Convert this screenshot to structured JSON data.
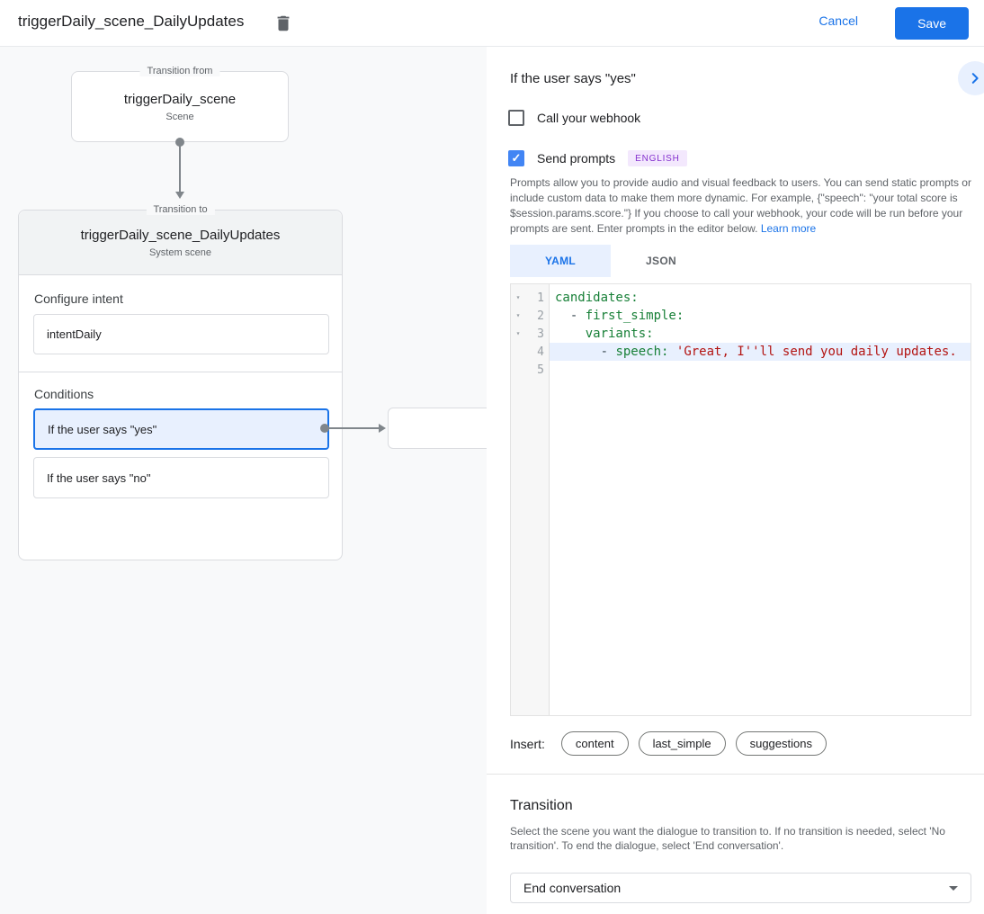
{
  "header": {
    "title": "triggerDaily_scene_DailyUpdates",
    "cancel_label": "Cancel",
    "save_label": "Save"
  },
  "diagram": {
    "from_box": {
      "legend": "Transition from",
      "title": "triggerDaily_scene",
      "subtitle": "Scene"
    },
    "to_box": {
      "legend": "Transition to",
      "title": "triggerDaily_scene_DailyUpdates",
      "subtitle": "System scene",
      "configure_intent_heading": "Configure intent",
      "intent_value": "intentDaily",
      "conditions_heading": "Conditions",
      "conditions": [
        {
          "label": "If the user says \"yes\"",
          "selected": true
        },
        {
          "label": "If the user says \"no\"",
          "selected": false
        }
      ]
    }
  },
  "panel": {
    "heading": "If the user says \"yes\"",
    "webhook_checkbox": {
      "label": "Call your webhook",
      "checked": false
    },
    "prompts_checkbox": {
      "label": "Send prompts",
      "checked": true,
      "badge": "ENGLISH"
    },
    "description": "Prompts allow you to provide audio and visual feedback to users. You can send static prompts or include custom data to make them more dynamic. For example, {\"speech\": \"your total score is $session.params.score.\"} If you choose to call your webhook, your code will be run before your prompts are sent. Enter prompts in the editor below. ",
    "learn_more_label": "Learn more",
    "tabs": [
      {
        "label": "YAML",
        "active": true
      },
      {
        "label": "JSON",
        "active": false
      }
    ],
    "editor": {
      "lines": [
        {
          "num": "1",
          "tokens": [
            "candidates:"
          ]
        },
        {
          "num": "2",
          "tokens": [
            "  - ",
            "first_simple:"
          ]
        },
        {
          "num": "3",
          "tokens": [
            "    ",
            "variants:"
          ]
        },
        {
          "num": "4",
          "tokens": [
            "      - ",
            "speech:",
            " ",
            "'Great, I''ll send you daily updates."
          ]
        },
        {
          "num": "5",
          "tokens": []
        }
      ]
    },
    "insert": {
      "label": "Insert:",
      "chips": [
        "content",
        "last_simple",
        "suggestions"
      ]
    },
    "transition": {
      "heading": "Transition",
      "description": "Select the scene you want the dialogue to transition to. If no transition is needed, select 'No transition'. To end the dialogue, select 'End conversation'.",
      "dropdown_value": "End conversation"
    }
  },
  "icons": {
    "fold_caret": "▾",
    "checkmark": "✓"
  },
  "colors": {
    "accent_blue": "#1a73e8",
    "checkbox_blue": "#4285f4",
    "selection_bg": "#e8f0fe",
    "badge_bg": "#f3e8fd",
    "badge_text": "#8430ce",
    "yaml_key_green": "#188038",
    "yaml_string_red": "#b31412",
    "active_line_bg": "#e8f0fe",
    "canvas_bg": "#f8f9fa",
    "border_gray": "#dadce0",
    "text_secondary": "#5f6368"
  }
}
